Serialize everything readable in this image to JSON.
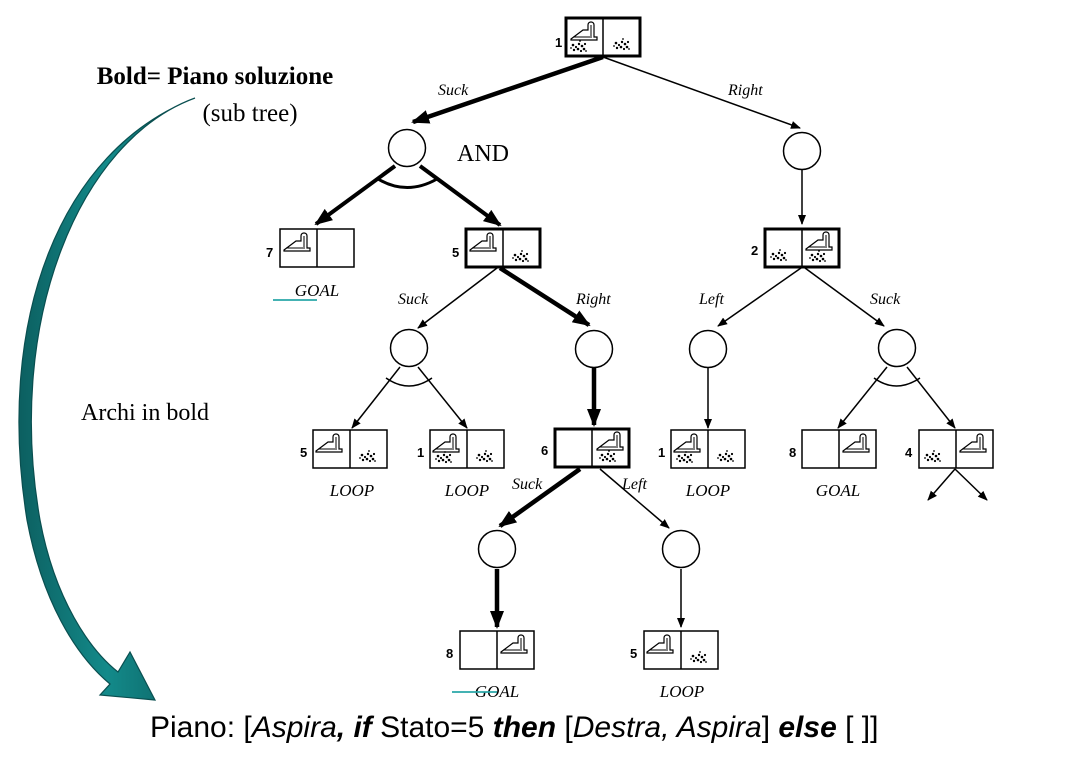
{
  "title": "Bold= Piano soluzione",
  "subtitle": "(sub tree)",
  "side_label": "Archi in bold",
  "and_label": "AND",
  "colors": {
    "arrow_teal": "#138a8a",
    "arrow_teal_dark": "#0c5f60",
    "underline_teal": "#2aa7a8"
  },
  "states": {
    "s1": {
      "number": "1"
    },
    "s7": {
      "number": "7",
      "status": "GOAL"
    },
    "s5": {
      "number": "5"
    },
    "s2": {
      "number": "2"
    },
    "s5loop": {
      "number": "5",
      "status": "LOOP"
    },
    "s1loop_a": {
      "number": "1",
      "status": "LOOP"
    },
    "s6": {
      "number": "6"
    },
    "s1loop_b": {
      "number": "1",
      "status": "LOOP"
    },
    "s8a": {
      "number": "8",
      "status": "GOAL"
    },
    "s4": {
      "number": "4"
    },
    "s8b": {
      "number": "8",
      "status": "GOAL"
    },
    "s5loop_b": {
      "number": "5",
      "status": "LOOP"
    }
  },
  "edges": {
    "e1_suck": "Suck",
    "e1_right": "Right",
    "e5_suck": "Suck",
    "e5_right": "Right",
    "e2_left": "Left",
    "e2_suck": "Suck",
    "e6_suck": "Suck",
    "e6_left": "Left"
  },
  "plan": {
    "prefix": "Piano: [",
    "aspira1": "Aspira",
    "comma1": ", ",
    "if_kw": "if",
    "cond": " Stato=5 ",
    "then_kw": "then",
    "bracket_open": " [",
    "destra": "Destra",
    "comma2": ", ",
    "aspira2": "Aspira",
    "bracket_close": "] ",
    "else_kw": "else",
    "tail": " [ ]]"
  }
}
